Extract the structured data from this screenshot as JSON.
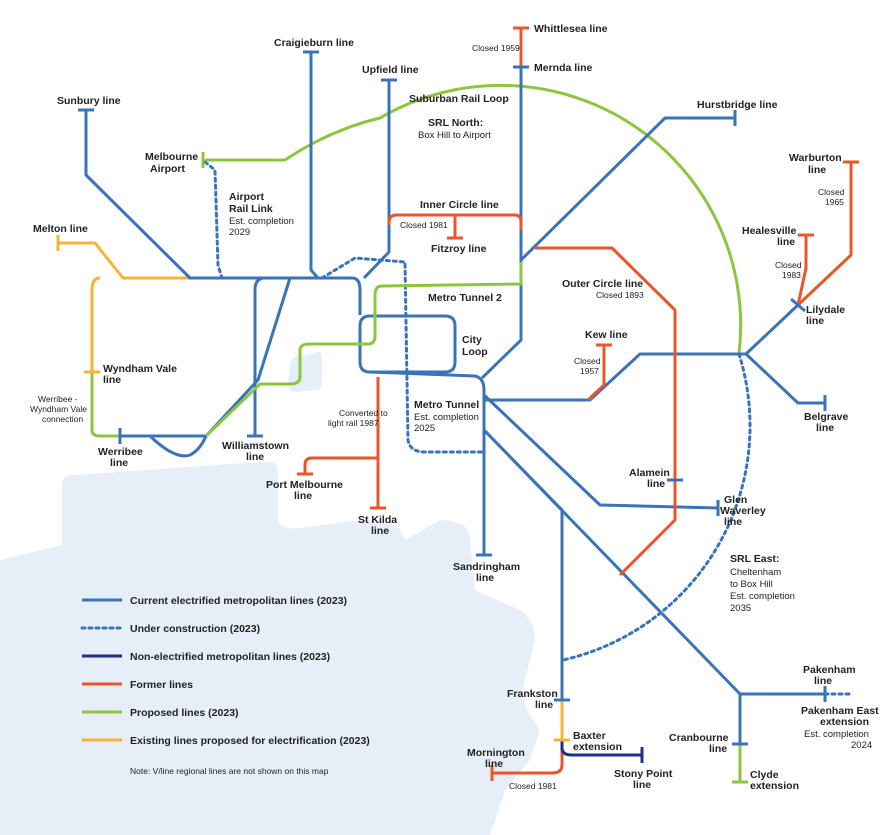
{
  "colors": {
    "current": "#3a73b9",
    "construction": "#3a73b9",
    "nonelectric": "#1f2f86",
    "former": "#e8562a",
    "proposed": "#8cc63f",
    "electrification": "#f9b233",
    "water": "#e6eff8"
  },
  "labels": {
    "whittlesea": "Whittlesea line",
    "closed1959": "Closed 1959",
    "mernda": "Mernda line",
    "craigieburn": "Craigieburn line",
    "upfield": "Upfield line",
    "sunbury": "Sunbury line",
    "srl_loop": "Suburban Rail Loop",
    "srl_north_1": "SRL North:",
    "srl_north_2": "Box Hill to Airport",
    "hurstbridge": "Hurstbridge line",
    "airport_1": "Melbourne",
    "airport_2": "Airport",
    "warburton_1": "Warburton",
    "warburton_2": "line",
    "closed1965_1": "Closed",
    "closed1965_2": "1965",
    "arl_1": "Airport",
    "arl_2": "Rail Link",
    "arl_3": "Est. completion",
    "arl_4": "2029",
    "inner_circle": "Inner Circle line",
    "closed1981_ic": "Closed 1981",
    "fitzroy": "Fitzroy line",
    "melton": "Melton line",
    "healesville_1": "Healesville",
    "healesville_2": "line",
    "closed1983_1": "Closed",
    "closed1983_2": "1983",
    "outer_circle": "Outer Circle line",
    "closed1893": "Closed 1893",
    "metro_tunnel2": "Metro Tunnel 2",
    "lilydale_1": "Lilydale",
    "lilydale_2": "line",
    "city_loop_1": "City",
    "city_loop_2": "Loop",
    "kew": "Kew line",
    "closed1957_1": "Closed",
    "closed1957_2": "1957",
    "wyndham_1": "Wyndham Vale",
    "wyndham_2": "line",
    "wwc_1": "Werribee -",
    "wwc_2": "Wyndham Vale",
    "wwc_3": "connection",
    "lr_1": "Converted to",
    "lr_2": "light rail 1987",
    "mt_1": "Metro Tunnel",
    "mt_2": "Est. completion",
    "mt_3": "2025",
    "belgrave_1": "Belgrave",
    "belgrave_2": "line",
    "werribee_1": "Werribee",
    "werribee_2": "line",
    "williamstown_1": "Williamstown",
    "williamstown_2": "line",
    "alamein_1": "Alamein",
    "alamein_2": "line",
    "portmelb_1": "Port Melbourne",
    "portmelb_2": "line",
    "glenwav_1": "Glen",
    "glenwav_2": "Waverley",
    "glenwav_3": "line",
    "stkilda_1": "St Kilda",
    "stkilda_2": "line",
    "sandringham_1": "Sandringham",
    "sandringham_2": "line",
    "srleast_1": "SRL East:",
    "srleast_2": "Cheltenham",
    "srleast_3": "to Box Hill",
    "srleast_4": "Est. completion",
    "srleast_5": "2035",
    "pakenham_1": "Pakenham",
    "pakenham_2": "line",
    "frankston_1": "Frankston",
    "frankston_2": "line",
    "pee_1": "Pakenham East",
    "pee_2": "extension",
    "pee_3": "Est. completion",
    "pee_4": "2024",
    "baxter_1": "Baxter",
    "baxter_2": "extension",
    "cranbourne_1": "Cranbourne",
    "cranbourne_2": "line",
    "mornington_1": "Mornington",
    "mornington_2": "line",
    "stonypoint_1": "Stony Point",
    "stonypoint_2": "line",
    "clyde_1": "Clyde",
    "clyde_2": "extension",
    "closed1981_m": "Closed 1981"
  },
  "legend": {
    "items": [
      {
        "key": "current",
        "label": "Current electrified metropolitan lines (2023)"
      },
      {
        "key": "construction",
        "label": "Under construction (2023)"
      },
      {
        "key": "nonelectric",
        "label": "Non-electrified metropolitan lines (2023)"
      },
      {
        "key": "former",
        "label": "Former lines"
      },
      {
        "key": "proposed",
        "label": "Proposed lines (2023)"
      },
      {
        "key": "electrification",
        "label": "Existing lines proposed for electrification (2023)"
      }
    ],
    "note": "Note: V/line regional lines are not shown on this map"
  }
}
